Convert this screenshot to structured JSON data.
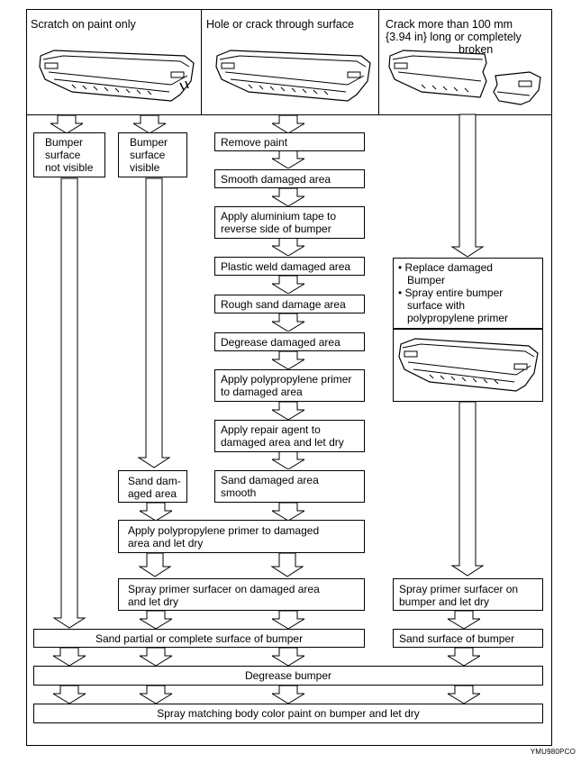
{
  "header": {
    "col1": "Scratch on paint only",
    "col2": "Hole or crack through surface",
    "col3_line1": "Crack more than 100 mm",
    "col3_line2": "{3.94 in} long or completely",
    "col3_line3": "broken"
  },
  "col1": {
    "not_visible": [
      "Bumper",
      "surface",
      "not visible"
    ],
    "visible": [
      "Bumper",
      "surface",
      "visible"
    ],
    "sand": [
      "Sand dam-",
      "aged area"
    ]
  },
  "col2": {
    "steps": [
      [
        "Remove paint"
      ],
      [
        "Smooth damaged area"
      ],
      [
        "Apply aluminium tape to",
        "reverse side of bumper"
      ],
      [
        "Plastic weld damaged area"
      ],
      [
        "Rough sand damage area"
      ],
      [
        "Degrease damaged area"
      ],
      [
        "Apply polypropylene primer",
        "to damaged area"
      ],
      [
        "Apply repair agent to",
        "damaged area and let dry"
      ],
      [
        "Sand damaged area",
        "smooth"
      ]
    ]
  },
  "col3": {
    "bullet1": [
      "Replace damaged",
      "Bumper"
    ],
    "bullet2": [
      "Spray entire bumper",
      "surface with",
      "polypropylene primer"
    ],
    "spray": [
      "Spray primer surfacer on",
      "bumper and let dry"
    ],
    "sand": "Sand surface of bumper"
  },
  "shared": {
    "primer": [
      "Apply polypropylene primer to damaged",
      "area and let dry"
    ],
    "surfacer": [
      "Spray primer surfacer on damaged area",
      "and let dry"
    ],
    "sand_partial": "Sand partial or complete surface of bumper",
    "degrease": "Degrease bumper",
    "paint": "Spray matching body color paint on bumper and let dry"
  },
  "figure_code": "YMU980PCO"
}
